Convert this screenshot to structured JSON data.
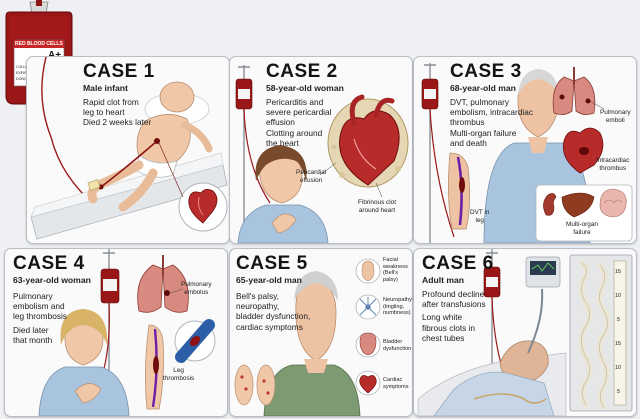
{
  "blood_bag": {
    "label_line1": "RED BLOOD CELLS",
    "blood_type": "A+",
    "label_line2": "COLLECTION DATE",
    "label_line3": "EXPIRATION DATE",
    "label_line4": "DONOR NUMBER"
  },
  "cases": [
    {
      "title": "CASE 1",
      "subtitle": "Male infant",
      "lines": [
        "Rapid clot from",
        "leg to heart",
        "Died 2 weeks later"
      ],
      "labels": []
    },
    {
      "title": "CASE 2",
      "subtitle": "58-year-old woman",
      "lines": [
        "Pericarditis and",
        "severe pericardial",
        "effusion",
        "Clotting around",
        "the heart"
      ],
      "labels": [
        {
          "lines": [
            "Pericardial",
            "effusion"
          ]
        },
        {
          "lines": [
            "Fibrinous clot",
            "around heart"
          ]
        }
      ]
    },
    {
      "title": "CASE 3",
      "subtitle": "68-year-old man",
      "lines": [
        "DVT, pulmonary",
        "embolism, intracardiac",
        "thrombus",
        "Multi-organ failure",
        "and death"
      ],
      "labels": [
        {
          "lines": [
            "Pulmonary",
            "emboli"
          ]
        },
        {
          "lines": [
            "Intracardiac",
            "thrombus"
          ]
        },
        {
          "lines": [
            "DVT in",
            "leg"
          ]
        },
        {
          "lines": [
            "Multi-organ",
            "failure"
          ]
        }
      ]
    },
    {
      "title": "CASE 4",
      "subtitle": "63-year-old woman",
      "lines": [
        "Pulmonary",
        "embolism and",
        "leg thrombosis",
        "Died later",
        "that month"
      ],
      "labels": [
        {
          "lines": [
            "Pulmonary",
            "embolus"
          ]
        },
        {
          "lines": [
            "Leg",
            "thrombosis"
          ]
        }
      ]
    },
    {
      "title": "CASE 5",
      "subtitle": "65-year-old man",
      "lines": [
        "Bell's palsy,",
        "neuropathy,",
        "bladder dysfunction,",
        "cardiac symptoms"
      ],
      "labels": [
        {
          "lines": [
            "Facial",
            "weakness",
            "(Bell's palsy)"
          ]
        },
        {
          "lines": [
            "Neuropathy",
            "(tingling,",
            "numbness)"
          ]
        },
        {
          "lines": [
            "Bladder",
            "dysfunction"
          ]
        },
        {
          "lines": [
            "Cardiac",
            "symptoms"
          ]
        }
      ]
    },
    {
      "title": "CASE 6",
      "subtitle": "Adult man",
      "lines": [
        "Profound decline",
        "after transfusions",
        "Long white",
        "fibrous clots in",
        "chest tubes"
      ],
      "labels": [],
      "ruler_ticks": [
        "15",
        "10",
        "5",
        "15",
        "10",
        "5"
      ]
    }
  ],
  "colors": {
    "blood": "#8e1414",
    "blood_dark": "#5e0a0a",
    "skin": "#f0c8a8",
    "gown_blue": "#a9c4de",
    "panel_bg": "#fafafa",
    "organ_pink": "#d98a80",
    "clot_white": "#ece6d6"
  },
  "icons": [
    "blood-bag-icon",
    "iv-stand-icon",
    "heart-icon",
    "lungs-icon",
    "kidney-icon",
    "liver-icon",
    "brain-icon",
    "leg-vein-icon",
    "face-icon",
    "nerve-icon",
    "bladder-icon",
    "feet-icon",
    "ventilator-icon",
    "clot-specimen-icon"
  ]
}
